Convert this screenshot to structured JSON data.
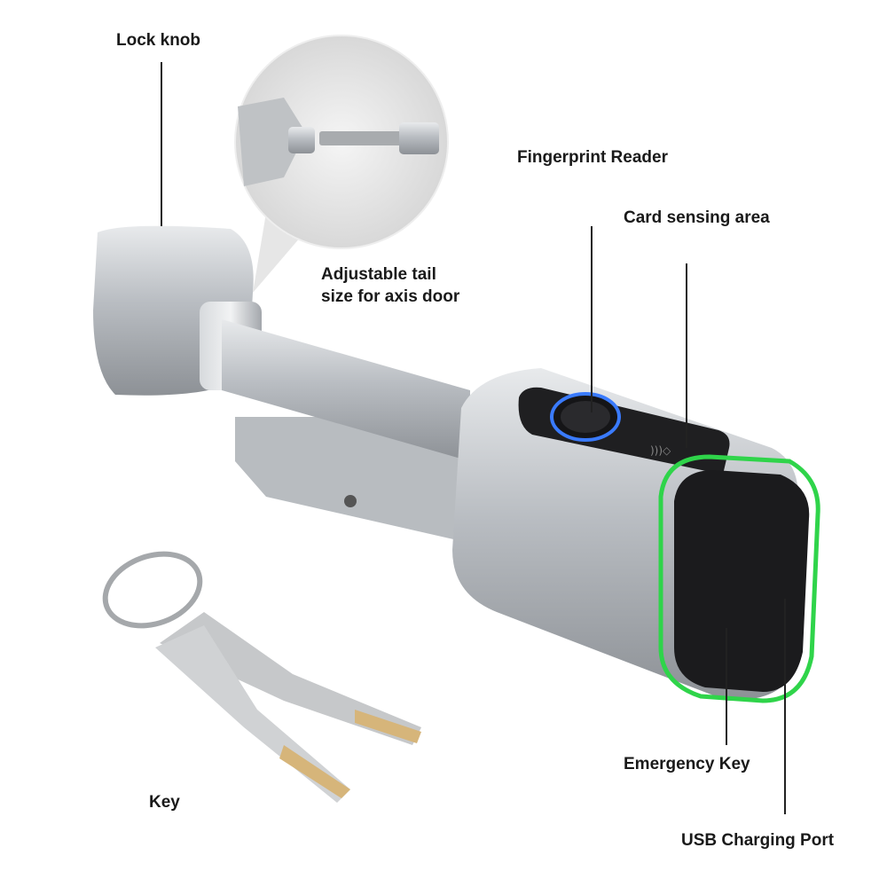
{
  "labels": {
    "lock_knob": "Lock knob",
    "fingerprint_reader": "Fingerprint Reader",
    "card_sensing_area": "Card sensing area",
    "adjustable_tail_line1": "Adjustable tail",
    "adjustable_tail_line2": "size for axis door",
    "emergency_key": "Emergency Key",
    "key": "Key",
    "usb_charging_port": "USB Charging Port"
  },
  "colors": {
    "led_ring": "#2fd44a",
    "fingerprint_ring": "#3a7bff",
    "metal": "#c9ccd0",
    "black_panel": "#1b1b1d"
  }
}
